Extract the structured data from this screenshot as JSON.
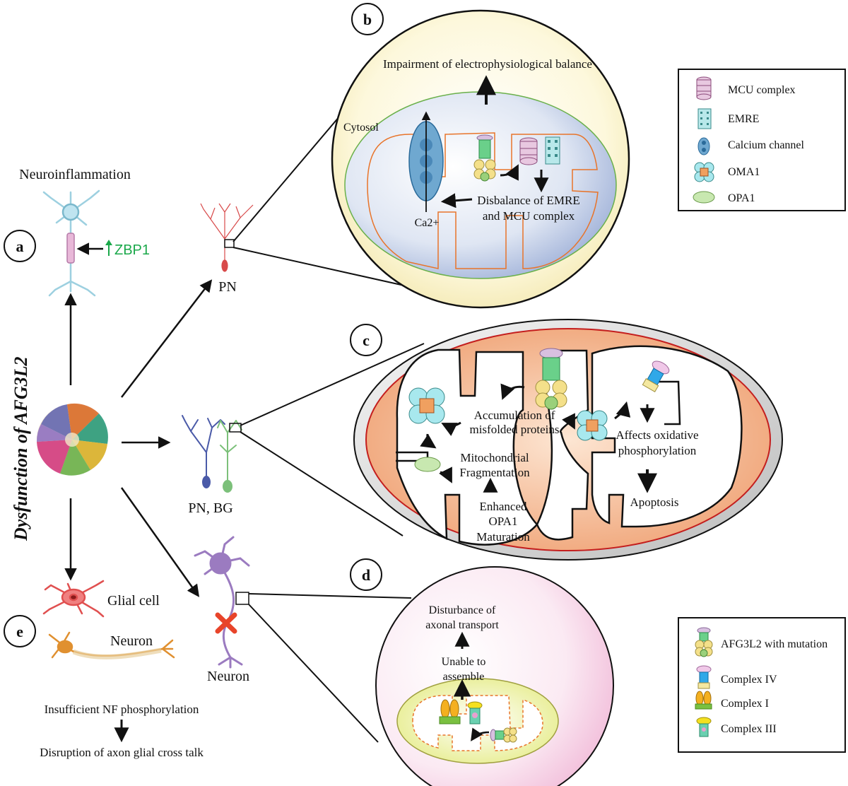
{
  "panel_labels": {
    "a": "a",
    "b": "b",
    "c": "c",
    "d": "d",
    "e": "e"
  },
  "main_title": "Dysfunction of AFG3L2",
  "left": {
    "neuroinflammation": "Neuroinflammation",
    "zbp1": "ZBP1",
    "glial_cell": "Glial cell",
    "neuron": "Neuron",
    "nf_phosphorylation": "Insufficient NF phosphorylation",
    "cross_talk": "Disruption of axon glial cross talk"
  },
  "cells": {
    "pn": "PN",
    "pn_bg": "PN, BG",
    "neuron": "Neuron"
  },
  "panel_b": {
    "impairment": "Impairment of electrophysiological balance",
    "cytosol": "Cytosol",
    "ca": "Ca2+",
    "disbalance_1": "Disbalance of EMRE",
    "disbalance_2": "and MCU complex"
  },
  "panel_c": {
    "accumulation_1": "Accumulation of",
    "accumulation_2": "misfolded proteins",
    "affects_1": "Affects oxidative",
    "affects_2": "phosphorylation",
    "mito_frag_1": "Mitochondrial",
    "mito_frag_2": "Fragmentation",
    "enhanced_1": "Enhanced",
    "enhanced_2": "OPA1",
    "enhanced_3": "Maturation",
    "apoptosis": "Apoptosis"
  },
  "panel_d": {
    "disturbance_1": "Disturbance of",
    "disturbance_2": "axonal transport",
    "unable_1": "Unable to",
    "unable_2": "assemble"
  },
  "legend_top": [
    {
      "label": "MCU complex",
      "icon": "mcu-complex-icon"
    },
    {
      "label": "EMRE",
      "icon": "emre-icon"
    },
    {
      "label": "Calcium channel",
      "icon": "calcium-channel-icon"
    },
    {
      "label": "OMA1",
      "icon": "oma1-icon"
    },
    {
      "label": "OPA1",
      "icon": "opa1-icon"
    }
  ],
  "legend_bottom": [
    {
      "label": "AFG3L2 with mutation",
      "icon": "afg3l2-icon"
    },
    {
      "label": "Complex IV",
      "icon": "complex-iv-icon"
    },
    {
      "label": "Complex I",
      "icon": "complex-i-icon"
    },
    {
      "label": "Complex III",
      "icon": "complex-iii-icon"
    }
  ],
  "colors": {
    "zbp1_green": "#1aa84a",
    "mito_membrane_orange": "#e8742a",
    "mito_outer_red": "#c41e1e",
    "neuron_purple": "#9b7bc0",
    "glial_red": "#e05050",
    "cross_red": "#e8442a"
  }
}
